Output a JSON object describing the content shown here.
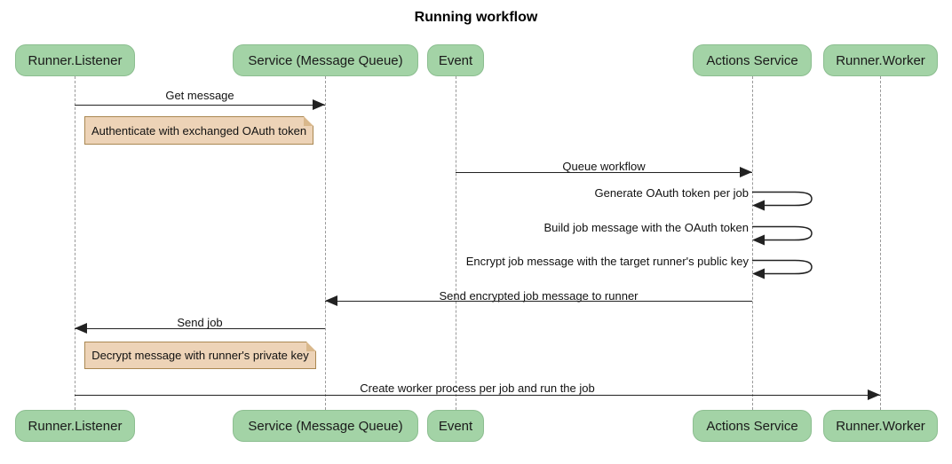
{
  "title": "Running workflow",
  "colors": {
    "participant_fill": "#A3D3A6",
    "participant_border": "#8CBE90",
    "note_fill": "#EDD3B7",
    "note_border": "#AA8852",
    "note_fold": "#D9B88C",
    "line_color": "#222222",
    "lifeline_color": "#999999",
    "text_color": "#111111"
  },
  "participants": [
    {
      "label": "Runner.Listener"
    },
    {
      "label": "Service (Message Queue)"
    },
    {
      "label": "Event"
    },
    {
      "label": "Actions Service"
    },
    {
      "label": "Runner.Worker"
    }
  ],
  "messages": [
    {
      "kind": "arrow",
      "from": "Runner.Listener",
      "to": "Service (Message Queue)",
      "label": "Get message"
    },
    {
      "kind": "note",
      "over": "Runner.Listener",
      "label": "Authenticate with exchanged OAuth token"
    },
    {
      "kind": "arrow",
      "from": "Event",
      "to": "Actions Service",
      "label": "Queue workflow"
    },
    {
      "kind": "self",
      "from": "Actions Service",
      "to": "Actions Service",
      "label": "Generate OAuth token per job"
    },
    {
      "kind": "self",
      "from": "Actions Service",
      "to": "Actions Service",
      "label": "Build job message with the OAuth token"
    },
    {
      "kind": "self",
      "from": "Actions Service",
      "to": "Actions Service",
      "label": "Encrypt job message with the target runner's public key"
    },
    {
      "kind": "arrow",
      "from": "Actions Service",
      "to": "Service (Message Queue)",
      "label": "Send encrypted job message to runner"
    },
    {
      "kind": "arrow",
      "from": "Service (Message Queue)",
      "to": "Runner.Listener",
      "label": "Send job"
    },
    {
      "kind": "note",
      "over": "Runner.Listener",
      "label": "Decrypt message with runner's private key"
    },
    {
      "kind": "arrow",
      "from": "Runner.Listener",
      "to": "Runner.Worker",
      "label": "Create worker process per job and run the job"
    }
  ]
}
